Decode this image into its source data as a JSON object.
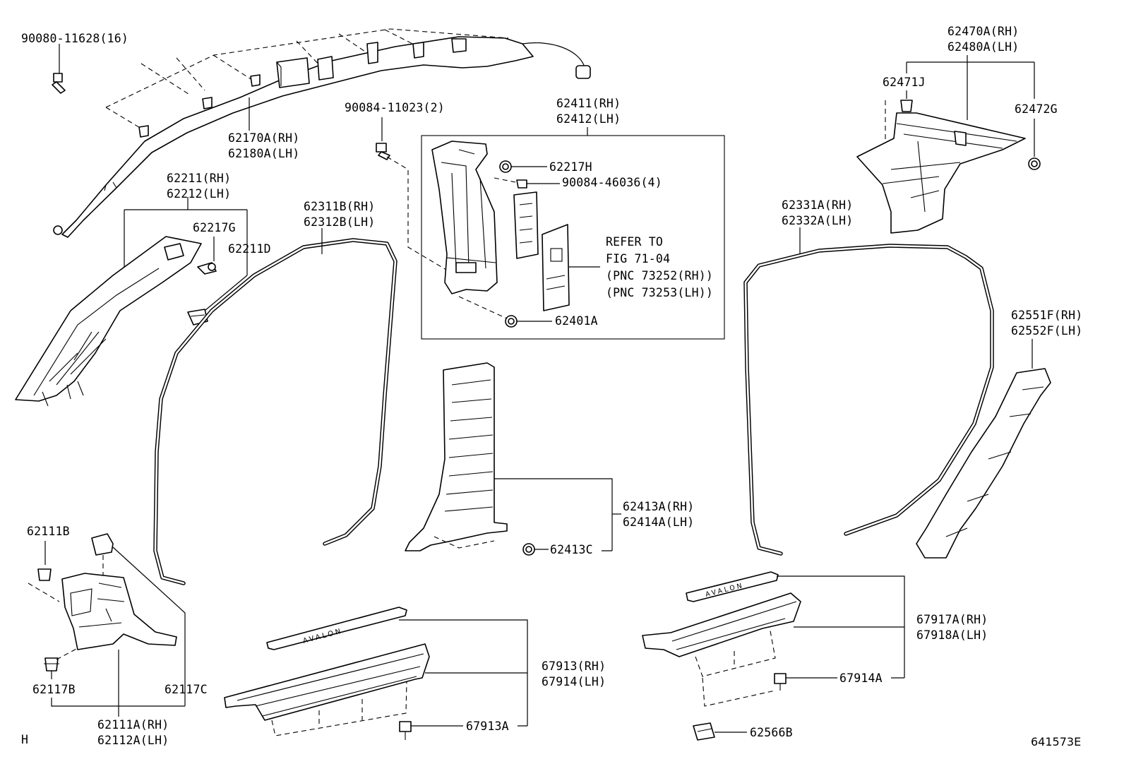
{
  "labels": {
    "bolt_top": "90080-11628(16)",
    "airbag_rh": "62170A(RH)",
    "airbag_lh": "62180A(LH)",
    "bolt_center": "90084-11023(2)",
    "pillar_b_rh": "62411(RH)",
    "pillar_b_lh": "62412(LH)",
    "clip_62217h": "62217H",
    "screw_46036": "90084-46036(4)",
    "refer_to": "REFER TO",
    "fig": "FIG 71-04",
    "pnc_rh": "(PNC 73252(RH))",
    "pnc_lh": "(PNC 73253(LH))",
    "clip_62401a": "62401A",
    "a_pillar_rh": "62211(RH)",
    "a_pillar_lh": "62212(LH)",
    "clip_62217g": "62217G",
    "clip_62211d": "62211D",
    "front_seal_rh": "62311B(RH)",
    "front_seal_lh": "62312B(LH)",
    "rear_seal_rh": "62331A(RH)",
    "rear_seal_lh": "62332A(LH)",
    "quarter_rh": "62470A(RH)",
    "quarter_lh": "62480A(LH)",
    "clip_62471j": "62471J",
    "clip_62472g": "62472G",
    "scuff_rear_rh": "62551F(RH)",
    "scuff_rear_lh": "62552F(LH)",
    "clip_62111b": "62111B",
    "cowl_rh": "62111A(RH)",
    "cowl_lh": "62112A(LH)",
    "clip_62117b": "62117B",
    "clip_62117c": "62117C",
    "lower_b_rh": "62413A(RH)",
    "lower_b_lh": "62414A(LH)",
    "clip_62413c": "62413C",
    "front_plate_rh": "67913(RH)",
    "front_plate_lh": "67914(LH)",
    "clip_67913a": "67913A",
    "rear_plate_rh": "67917A(RH)",
    "rear_plate_lh": "67918A(LH)",
    "clip_67914a": "67914A",
    "clip_62566b": "62566B",
    "footer_left": "H",
    "footer_right": "641573E",
    "plate_text": "AVALON"
  }
}
